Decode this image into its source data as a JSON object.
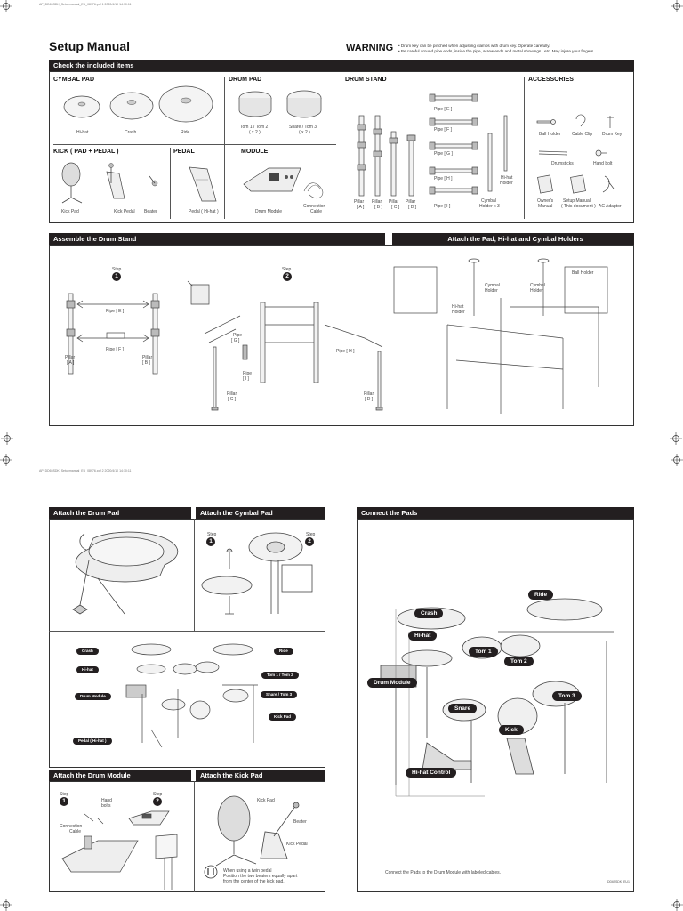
{
  "file_info_top": "AP_DD65SDK_Setupmanual_EU_08976.pdf  1  2020/4/10  14:10:11",
  "file_info_bottom": "AP_DD65SDK_Setupmanual_EU_08976.pdf  2  2020/4/10  14:10:11",
  "title": "Setup Manual",
  "warning": {
    "label": "WARNING",
    "line1": "• Drum key can be pinched when adjusting clamps with drum key. Operate carefully.",
    "line2": "• Be careful around pipe ends, inside the pipe, screw ends and metal showings...etc. May injure your fingers."
  },
  "check": {
    "header": "Check the included items",
    "cymbal_pad": {
      "title": "CYMBAL PAD",
      "items": [
        "Hi-hat",
        "Crash",
        "Ride"
      ]
    },
    "drum_pad": {
      "title": "DRUM PAD",
      "tom12": "Tom 1 / Tom 2",
      "tom12_qty": "( x 2 )",
      "snare": "Snare / Tom 3",
      "snare_qty": "( x 2 )"
    },
    "kick": {
      "title": "KICK ( PAD + PEDAL )",
      "items": [
        "Kick Pad",
        "Kick Pedal",
        "Beater"
      ]
    },
    "pedal": {
      "title": "PEDAL",
      "item": "Pedal ( Hi-hat )"
    },
    "module": {
      "title": "MODULE",
      "item": "Drum Module",
      "cable1": "Connection",
      "cable2": "Cable"
    },
    "stand": {
      "title": "DRUM STAND",
      "pillar_word": "Pillar",
      "pillars": [
        "[ A ]",
        "[ B ]",
        "[ C ]",
        "[ D ]"
      ],
      "pipe_e": "Pipe [ E ]",
      "pipe_f": "Pipe [ F ]",
      "pipe_g": "Pipe [ G ]",
      "pipe_h": "Pipe [ H ]",
      "pipe_i": "Pipe [ I ]",
      "cymbal_holder": "Cymbal",
      "cymbal_holder2": "Holder x 3",
      "hihat_holder": "Hi-hat",
      "hihat_holder2": "Holder"
    },
    "accessories": {
      "title": "ACCESSORIES",
      "ball_holder": "Ball Holder",
      "cable_clip": "Cable Clip",
      "drum_key": "Drum Key",
      "drumsticks": "Drumsticks",
      "hand_bolt": "Hand bolt",
      "owners1": "Owner's",
      "owners2": "Manual",
      "setup1": "Setup Manual",
      "setup2": "( This document )",
      "ac_adaptor": "AC Adaptor"
    }
  },
  "assemble": {
    "header": "Assemble the Drum Stand",
    "step": "Step",
    "step1": "1",
    "step2": "2",
    "pipe_e": "Pipe [ E ]",
    "pipe_f": "Pipe [ F ]",
    "pipe_g1": "Pipe",
    "pipe_g2": "[ G ]",
    "pipe_i1": "Pipe",
    "pipe_i2": "[ I ]",
    "pipe_h": "Pipe [ H ]",
    "pillar": "Pillar",
    "a": "[ A ]",
    "b": "[ B ]",
    "c": "[ C ]",
    "d": "[ D ]"
  },
  "attach_holders": {
    "header": "Attach the Pad, Hi-hat and Cymbal Holders",
    "cymbal_holder": "Cymbal",
    "holder": "Holder",
    "hihat": "Hi-hat",
    "ball_holder": "Ball Holder"
  },
  "attach_drum_pad": {
    "header": "Attach the Drum Pad"
  },
  "attach_cymbal_pad": {
    "header": "Attach the Cymbal Pad",
    "step": "Step",
    "step1": "1",
    "step2": "2"
  },
  "overview_labels": {
    "crash": "Crash",
    "hihat": "Hi-hat",
    "module": "Drum Module",
    "pedal": "Pedal ( Hi-hat )",
    "ride": "Ride",
    "tom12": "Tom 1 / Tom 2",
    "snare_tom3": "Snare / Tom 3",
    "kick_pad": "Kick Pad"
  },
  "attach_module": {
    "header": "Attach the Drum Module",
    "step": "Step",
    "step1": "1",
    "step2": "2",
    "hand1": "Hand",
    "hand2": "bolts",
    "cable1": "Connection",
    "cable2": "Cable"
  },
  "attach_kick": {
    "header": "Attach the Kick Pad",
    "kick_pad": "Kick Pad",
    "beater": "Beater",
    "kick_pedal": "Kick Pedal",
    "note1": "When using a twin pedal",
    "note2": "Position the two beaters equally apart",
    "note3": "from the center of the kick pad."
  },
  "connect": {
    "header": "Connect the Pads",
    "labels": {
      "ride": "Ride",
      "crash": "Crash",
      "hihat": "Hi-hat",
      "tom1": "Tom 1",
      "tom2": "Tom 2",
      "module": "Drum Module",
      "snare": "Snare",
      "tom3": "Tom 3",
      "kick": "Kick",
      "hihat_control": "Hi-hat Control"
    },
    "footer": "Connect the Pads to the Drum Module with labeled cables.",
    "code": "DD65SDK_EU1"
  }
}
